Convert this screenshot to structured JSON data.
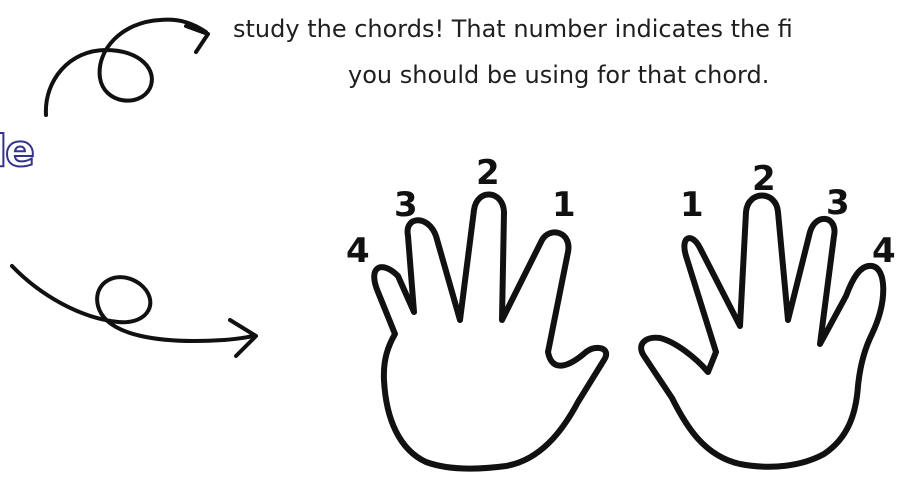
{
  "caption": {
    "line1": "study the chords! That number indicates the fi",
    "line2": "you should be using for that chord."
  },
  "side_text": "le",
  "left_hand": {
    "finger_labels": [
      "4",
      "3",
      "2",
      "1"
    ]
  },
  "right_hand": {
    "finger_labels": [
      "1",
      "2",
      "3",
      "4"
    ]
  },
  "colors": {
    "ink": "#111111",
    "text": "#1f1f1f",
    "side_text_outline": "#34348a"
  }
}
